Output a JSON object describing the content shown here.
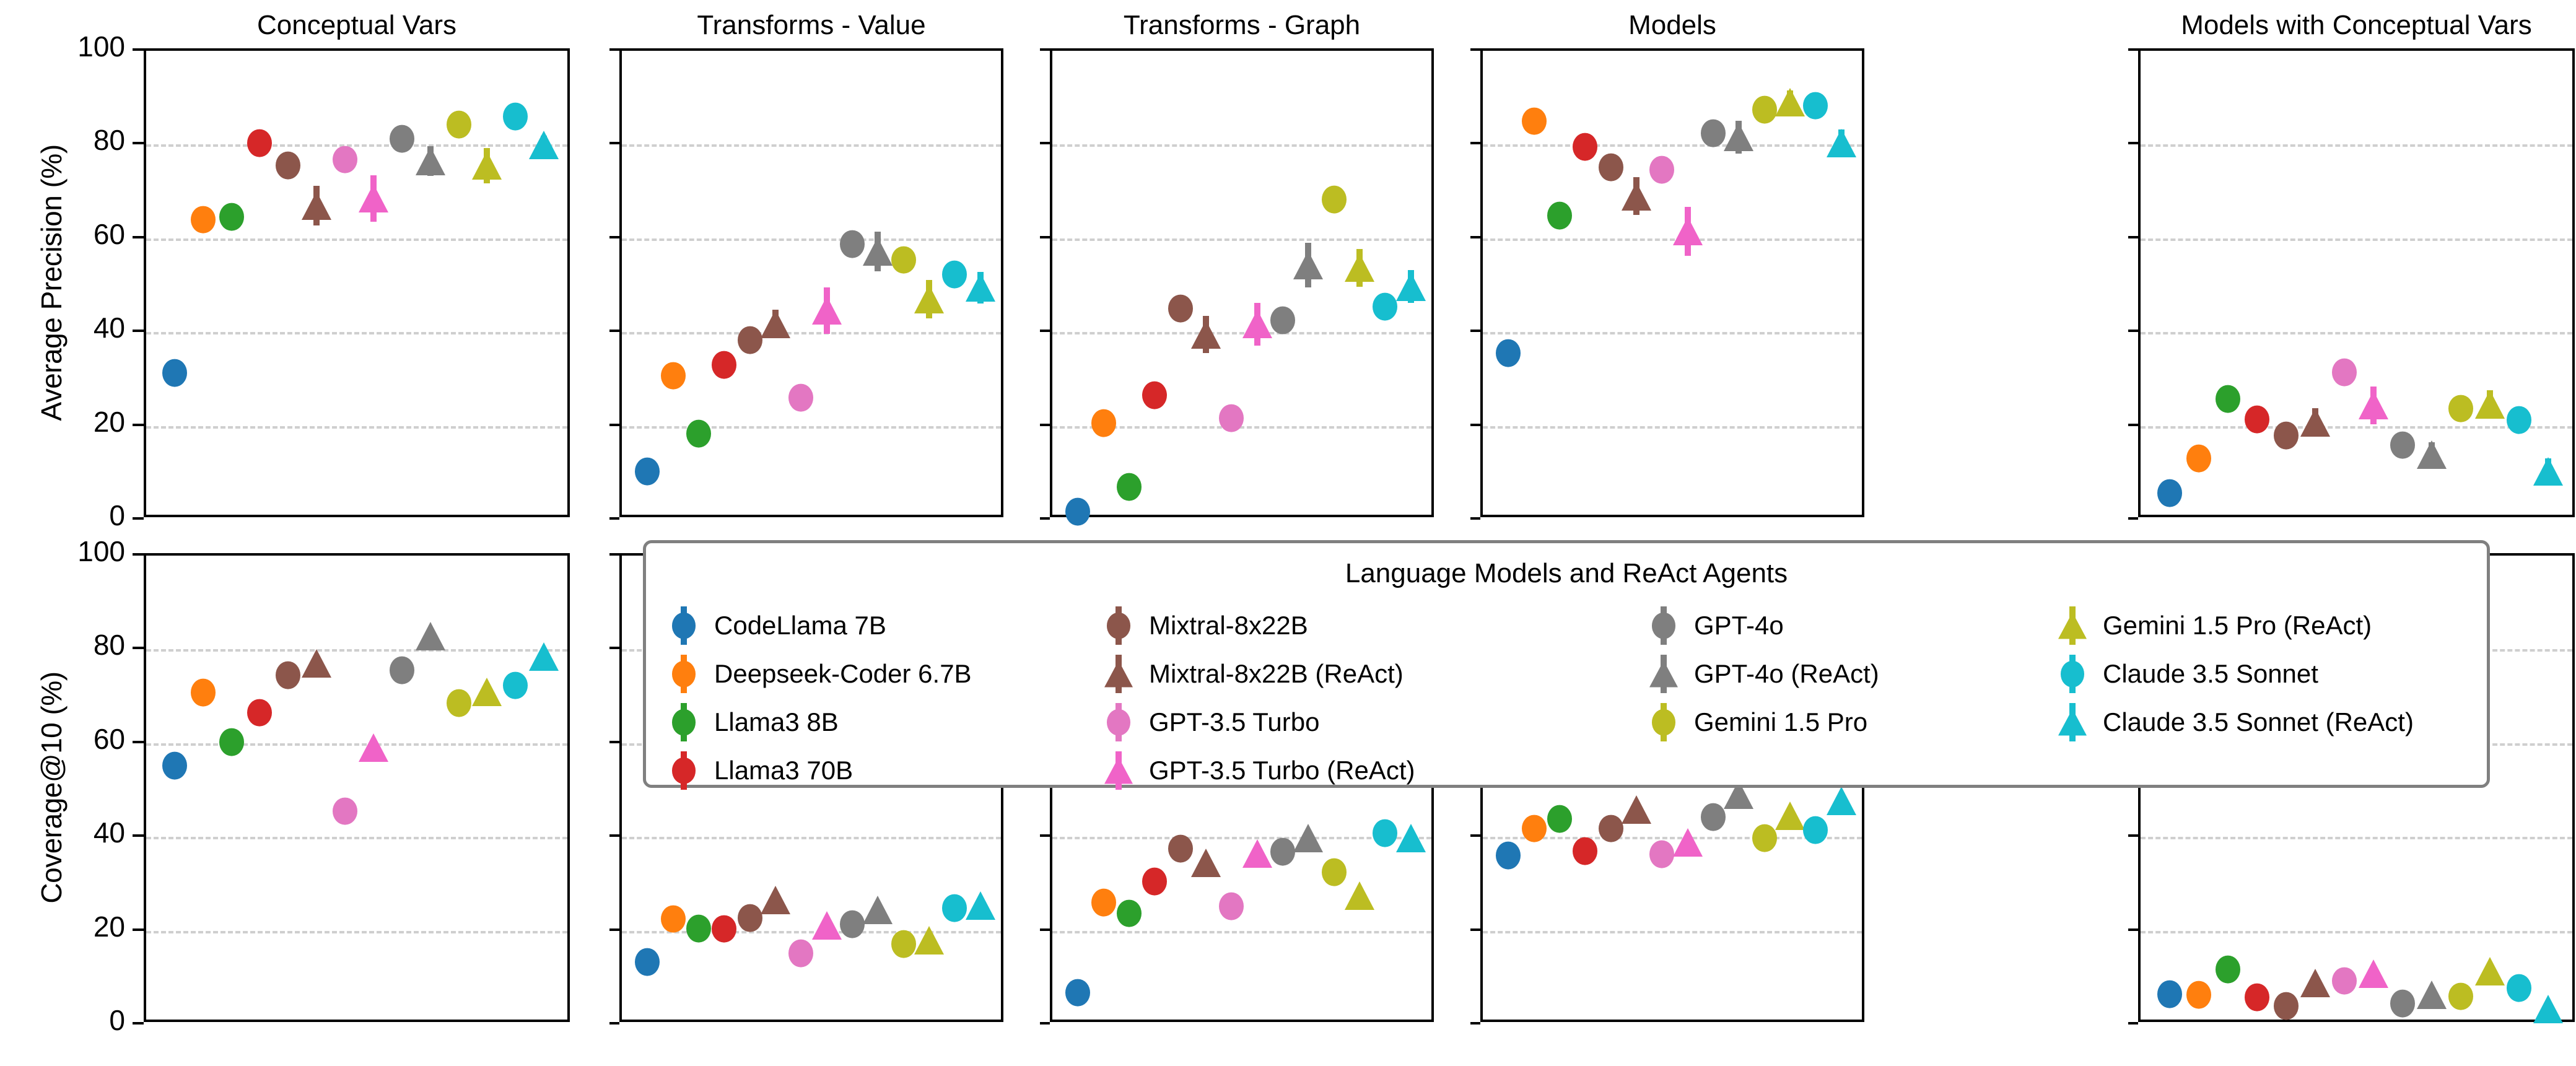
{
  "figure": {
    "row_labels": [
      "Average Precision (%)",
      "Coverage@10 (%)"
    ],
    "panel_titles": [
      "Conceptual Vars",
      "Transforms - Value",
      "Transforms - Graph",
      "Models",
      "Models with Conceptual Vars"
    ],
    "y_ticks": [
      0,
      20,
      40,
      60,
      80,
      100
    ],
    "y_tick_labels": [
      "0",
      "20",
      "40",
      "60",
      "80",
      "100"
    ]
  },
  "legend": {
    "title": "Language Models and ReAct Agents",
    "entries": [
      {
        "label": "CodeLlama 7B",
        "color": "#1f77b4",
        "marker": "circle",
        "col": 0,
        "row": 0
      },
      {
        "label": "Deepseek-Coder 6.7B",
        "color": "#ff7f0e",
        "marker": "circle",
        "col": 0,
        "row": 1
      },
      {
        "label": "Llama3 8B",
        "color": "#2ca02c",
        "marker": "circle",
        "col": 0,
        "row": 2
      },
      {
        "label": "Llama3 70B",
        "color": "#d62728",
        "marker": "circle",
        "col": 0,
        "row": 3
      },
      {
        "label": "Mixtral-8x22B",
        "color": "#8c564b",
        "marker": "circle",
        "col": 1,
        "row": 0
      },
      {
        "label": "Mixtral-8x22B (ReAct)",
        "color": "#8c564b",
        "marker": "triangle",
        "col": 1,
        "row": 1
      },
      {
        "label": "GPT-3.5 Turbo",
        "color": "#e377c2",
        "marker": "circle",
        "col": 1,
        "row": 2
      },
      {
        "label": "GPT-3.5 Turbo (ReAct)",
        "color": "#f063c8",
        "marker": "triangle",
        "col": 1,
        "row": 3
      },
      {
        "label": "GPT-4o",
        "color": "#7f7f7f",
        "marker": "circle",
        "col": 2,
        "row": 0
      },
      {
        "label": "GPT-4o (ReAct)",
        "color": "#7f7f7f",
        "marker": "triangle",
        "col": 2,
        "row": 1
      },
      {
        "label": "Gemini 1.5 Pro",
        "color": "#bcbd22",
        "marker": "circle",
        "col": 2,
        "row": 2
      },
      {
        "label": "Gemini 1.5 Pro (ReAct)",
        "color": "#bcbd22",
        "marker": "triangle",
        "col": 3,
        "row": 0
      },
      {
        "label": "Claude 3.5 Sonnet",
        "color": "#17becf",
        "marker": "circle",
        "col": 3,
        "row": 1
      },
      {
        "label": "Claude 3.5 Sonnet (ReAct)",
        "color": "#17becf",
        "marker": "triangle",
        "col": 3,
        "row": 2
      }
    ]
  },
  "chart_data": {
    "type": "scatter",
    "title": "",
    "xlabel": "",
    "ylim": [
      0,
      100
    ],
    "grid": "horizontal dashed",
    "legend_position": "center, spanning panels 2-5 of bottom row",
    "series_names": [
      "CodeLlama 7B",
      "Deepseek-Coder 6.7B",
      "Llama3 8B",
      "Llama3 70B",
      "Mixtral-8x22B",
      "Mixtral-8x22B (ReAct)",
      "GPT-3.5 Turbo",
      "GPT-3.5 Turbo (ReAct)",
      "GPT-4o",
      "GPT-4o (ReAct)",
      "Gemini 1.5 Pro",
      "Gemini 1.5 Pro (ReAct)",
      "Claude 3.5 Sonnet",
      "Claude 3.5 Sonnet (ReAct)"
    ],
    "panels": [
      {
        "title": "Conceptual Vars",
        "ylabel": "Average Precision (%)",
        "values": [
          31.3,
          64.0,
          64.6,
          80.3,
          75.6,
          67.0,
          76.8,
          68.5,
          81.2,
          76.5,
          84.3,
          75.5,
          86.0,
          79.9
        ],
        "errors": [
          0.6,
          2.0,
          2.3,
          1.6,
          1.8,
          4.2,
          2.5,
          5.0,
          1.6,
          3.2,
          1.6,
          3.8,
          1.3,
          2.0
        ]
      },
      {
        "title": "Transforms - Value",
        "ylabel": "Average Precision (%)",
        "values": [
          10.3,
          30.7,
          18.3,
          33.0,
          38.3,
          41.8,
          26.0,
          44.6,
          58.8,
          57.2,
          55.4,
          47.0,
          52.3,
          49.5
        ],
        "errors": [
          0.5,
          1.9,
          1.1,
          2.0,
          1.5,
          3.0,
          1.7,
          5.0,
          1.8,
          4.2,
          1.7,
          4.1,
          1.9,
          3.4
        ]
      },
      {
        "title": "Transforms - Graph",
        "ylabel": "Average Precision (%)",
        "values": [
          1.7,
          20.6,
          7.0,
          26.5,
          45.0,
          39.5,
          21.7,
          41.7,
          42.5,
          54.3,
          68.3,
          53.7,
          45.4,
          49.7
        ],
        "errors": [
          0.3,
          1.4,
          0.5,
          1.6,
          2.0,
          4.0,
          1.2,
          4.6,
          2.0,
          4.8,
          2.3,
          4.0,
          1.9,
          3.5
        ]
      },
      {
        "title": "Models",
        "ylabel": "Average Precision (%)",
        "values": [
          35.5,
          85.0,
          64.9,
          79.5,
          75.2,
          69.0,
          74.6,
          61.5,
          82.4,
          81.6,
          87.4,
          89.0,
          88.3,
          80.3
        ],
        "errors": [
          1.6,
          1.2,
          2.3,
          1.8,
          2.0,
          4.0,
          2.2,
          5.2,
          1.9,
          3.5,
          1.6,
          2.6,
          1.4,
          2.9
        ]
      },
      {
        "title": "Models with Conceptual Vars",
        "ylabel": "Average Precision (%)",
        "values": [
          5.7,
          13.1,
          25.7,
          21.4,
          18.0,
          20.8,
          31.4,
          24.4,
          15.9,
          13.9,
          23.7,
          24.6,
          21.3,
          10.3
        ],
        "errors": [
          0.5,
          1.0,
          1.9,
          1.6,
          1.4,
          3.0,
          2.3,
          4.0,
          1.3,
          2.6,
          1.7,
          3.0,
          1.5,
          2.8
        ]
      },
      {
        "title": "Conceptual Vars",
        "ylabel": "Coverage@10 (%)",
        "values": [
          55.2,
          70.8,
          60.2,
          66.5,
          74.5,
          77.0,
          45.5,
          59.0,
          75.5,
          82.8,
          68.5,
          71.0,
          72.3,
          78.5
        ],
        "errors": [
          0,
          0,
          0,
          0,
          0,
          0,
          0,
          0,
          0,
          0,
          0,
          0,
          0,
          0
        ]
      },
      {
        "title": "Transforms - Value",
        "ylabel": "Coverage@10 (%)",
        "values": [
          13.3,
          22.5,
          20.5,
          20.4,
          22.7,
          26.5,
          15.2,
          21.2,
          21.4,
          24.5,
          17.2,
          18.0,
          24.8,
          25.3
        ],
        "errors": [
          0,
          0,
          0,
          0,
          0,
          0,
          0,
          0,
          0,
          0,
          0,
          0,
          0,
          0
        ]
      },
      {
        "title": "Transforms - Graph",
        "ylabel": "Coverage@10 (%)",
        "values": [
          6.8,
          26.0,
          23.7,
          30.5,
          37.5,
          34.5,
          25.2,
          36.5,
          36.8,
          39.8,
          32.5,
          27.5,
          40.8,
          39.7
        ],
        "errors": [
          0,
          0,
          0,
          0,
          0,
          0,
          0,
          0,
          0,
          0,
          0,
          0,
          0,
          0
        ]
      },
      {
        "title": "Models",
        "ylabel": "Coverage@10 (%)",
        "values": [
          36.0,
          41.8,
          43.8,
          37.0,
          41.8,
          45.8,
          36.3,
          38.8,
          44.2,
          49.0,
          39.8,
          44.5,
          41.5,
          47.7
        ],
        "errors": [
          0,
          0,
          0,
          0,
          0,
          0,
          0,
          0,
          0,
          0,
          0,
          0,
          0,
          0
        ]
      },
      {
        "title": "Models with Conceptual Vars",
        "ylabel": "Coverage@10 (%)",
        "values": [
          6.5,
          6.3,
          11.7,
          5.8,
          3.9,
          8.8,
          9.3,
          10.8,
          4.5,
          6.3,
          6.0,
          11.3,
          7.8,
          3.3
        ],
        "errors": [
          0,
          0,
          0,
          0,
          0,
          0,
          0,
          0,
          0,
          0,
          0,
          0,
          0,
          0
        ]
      }
    ]
  }
}
